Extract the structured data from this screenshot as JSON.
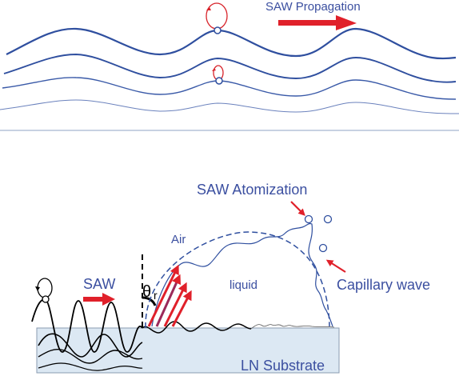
{
  "top_panel": {
    "propagation_label": "SAW Propagation"
  },
  "bottom_panel": {
    "atomization_label": "SAW Atomization",
    "air_label": "Air",
    "liquid_label": "liquid",
    "capillary_label": "Capillary wave",
    "saw_label": "SAW",
    "angle_symbol": "θ",
    "angle_subscript": "r",
    "substrate_label": "LN Substrate"
  },
  "colors": {
    "wave_blue": "#2f4f9f",
    "text_blue": "#3b4fa0",
    "arrow_red": "#e0202a",
    "orbit_red": "#d8232a",
    "substrate_fill": "#dce8f3",
    "substrate_stroke": "#8a9bb0",
    "angle_purple": "#7b3fa0"
  }
}
